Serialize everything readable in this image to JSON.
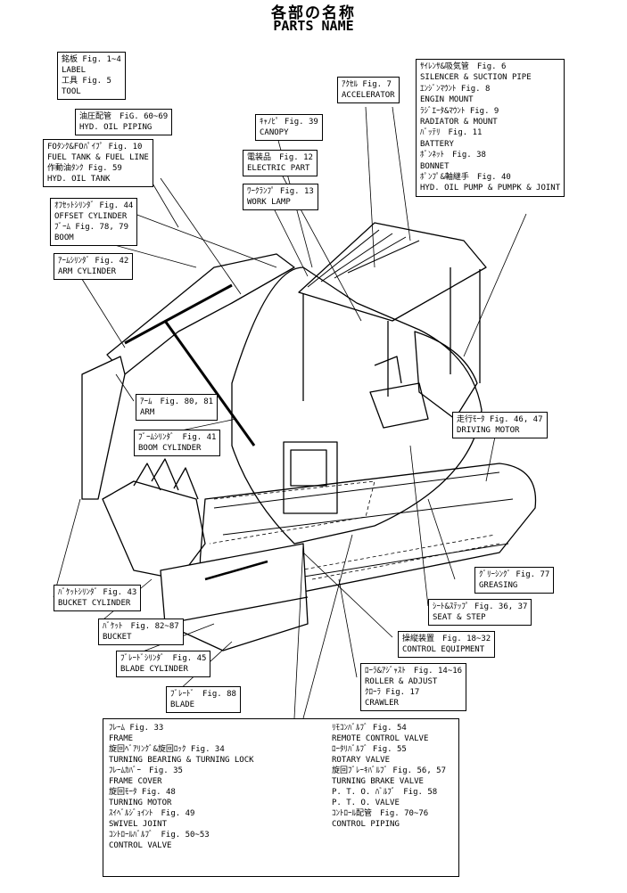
{
  "title_jp": "各部の名称",
  "title_en": "PARTS NAME",
  "labels": {
    "label_tool": [
      "銘板 Fig. 1~4",
      "LABEL",
      "工具 Fig. 5",
      "TOOL"
    ],
    "hyd_oil_piping": [
      "油圧配管　FiG. 60~69",
      "HYD. OIL PIPING"
    ],
    "fuel_tank": [
      "FOﾀﾝｸ&FOﾊﾟｲﾌﾟ Fig. 10",
      "FUEL TANK & FUEL LINE",
      "作動油ﾀﾝｸ Fig. 59",
      "HYD. OIL TANK"
    ],
    "offset_boom": [
      "ｵﾌｾｯﾄｼﾘﾝﾀﾞ Fig. 44",
      "OFFSET CYLINDER",
      "ﾌﾞｰﾑ Fig. 78, 79",
      "BOOM"
    ],
    "arm_cylinder": [
      "ｱｰﾑｼﾘﾝﾀﾞ Fig. 42",
      "ARM CYLINDER"
    ],
    "accelerator": [
      "ｱｸｾﾙ Fig. 7",
      "ACCELERATOR"
    ],
    "canopy": [
      "ｷｬﾉﾋﾟ Fig. 39",
      "CANOPY"
    ],
    "electric_part": [
      "電装品　Fig. 12",
      "ELECTRIC PART"
    ],
    "work_lamp": [
      "ﾜｰｸﾗﾝﾌﾟ Fig. 13",
      "WORK LAMP"
    ],
    "silencer_group": [
      "ｻｲﾚﾝｻ&吸気管　Fig. 6",
      "SILENCER & SUCTION PIPE",
      "ｴﾝｼﾞﾝﾏｳﾝﾄ Fig. 8",
      "ENGIN MOUNT",
      "ﾗｼﾞｴｰﾀ&ﾏｳﾝﾄ Fig. 9",
      "RADIATOR & MOUNT",
      "ﾊﾞｯﾃﾘ　Fig. 11",
      "BATTERY",
      "ﾎﾞﾝﾈｯﾄ　Fig. 38",
      "BONNET",
      "ﾎﾟﾝﾌﾟ&軸継手　Fig. 40",
      "HYD. OIL PUMP & PUMPK & JOINT"
    ],
    "arm": [
      "ｱｰﾑ　Fig. 80, 81",
      "ARM"
    ],
    "boom_cylinder": [
      "ﾌﾞｰﾑｼﾘﾝﾀﾞ　Fig. 41",
      "BOOM CYLINDER"
    ],
    "driving_motor": [
      "走行ﾓｰﾀ Fig. 46, 47",
      "DRIVING MOTOR"
    ],
    "greasing": [
      "ｸﾞﾘｰｼﾝｸﾞ Fig. 77",
      "GREASING"
    ],
    "seat_step": [
      "ｼｰﾄ&ｽﾃｯﾌﾟ Fig. 36, 37",
      "SEAT & STEP"
    ],
    "control_equipment": [
      "操縦装置　Fig. 18~32",
      "CONTROL EQUIPMENT"
    ],
    "roller_crawler": [
      "ﾛｰﾗ&ｱｼﾞｬｽﾄ　Fig. 14~16",
      "ROLLER & ADJUST",
      "ｸﾛｰﾗ Fig. 17",
      "CRAWLER"
    ],
    "bucket_cylinder": [
      "ﾊﾞｹｯﾄｼﾘﾝﾀﾞ Fig. 43",
      "BUCKET CYLINDER"
    ],
    "bucket": [
      "ﾊﾞｹｯﾄ　Fig. 82~87",
      "BUCKET"
    ],
    "blade_cylinder": [
      "ﾌﾞﾚｰﾄﾞｼﾘﾝﾀﾞ　Fig. 45",
      "BLADE CYLINDER"
    ],
    "blade": [
      "ﾌﾞﾚｰﾄﾞ　Fig. 88",
      "BLADE"
    ]
  },
  "bottom_left": [
    "ﾌﾚｰﾑ Fig. 33",
    "FRAME",
    "旋回ﾍﾞｱﾘﾝｸﾞ&旋回ﾛｯｸ Fig. 34",
    "TURNING BEARING & TURNING LOCK",
    "ﾌﾚｰﾑｶﾊﾞｰ　Fig. 35",
    "FRAME COVER",
    "旋回ﾓｰﾀ Fig. 48",
    "TURNING MOTOR",
    "ｽｲﾍﾞﾙｼﾞｮｲﾝﾄ　Fig. 49",
    "SWIVEL JOINT",
    "ｺﾝﾄﾛｰﾙﾊﾞﾙﾌﾞ　Fig. 50~53",
    "CONTROL VALVE"
  ],
  "bottom_right": [
    "ﾘﾓｺﾝﾊﾞﾙﾌﾞ Fig. 54",
    "REMOTE CONTROL VALVE",
    "ﾛｰﾀﾘﾊﾞﾙﾌﾞ Fig. 55",
    "ROTARY VALVE",
    "旋回ﾌﾞﾚｰｷﾊﾞﾙﾌﾞ Fig. 56, 57",
    "TURNING BRAKE VALVE",
    "P. T. O. ﾊﾞﾙﾌﾞ　Fig. 58",
    "P. T. O. VALVE",
    "ｺﾝﾄﾛｰﾙ配管　Fig. 70~76",
    "CONTROL PIPING"
  ]
}
